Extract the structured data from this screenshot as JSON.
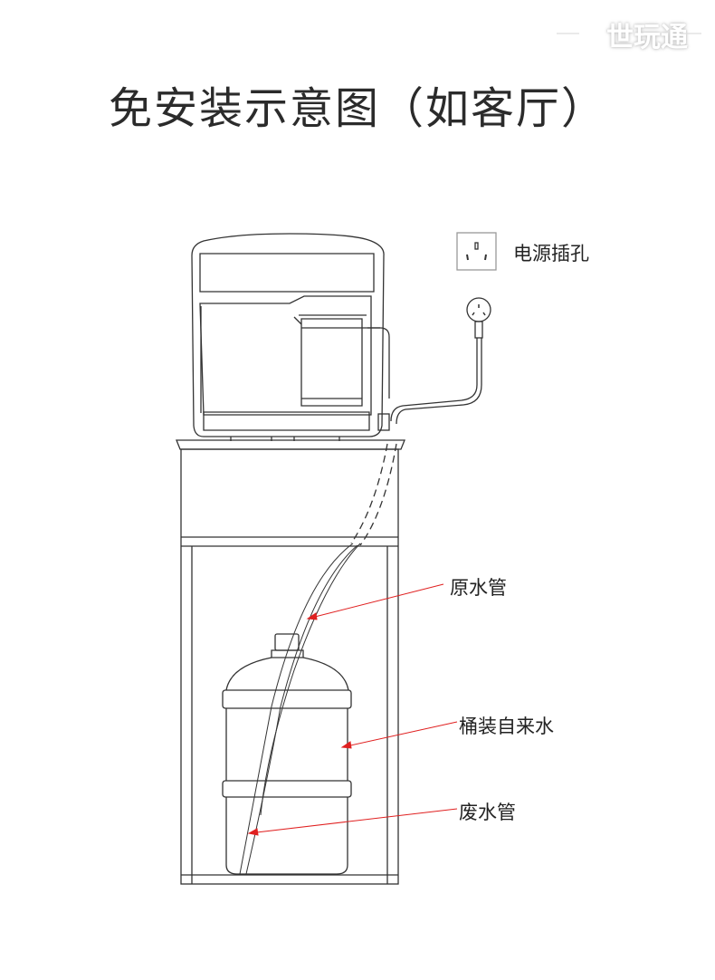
{
  "logo": "世玩通",
  "title": "免安装示意图（如客厅）",
  "labels": {
    "socket": "电源插孔",
    "raw_pipe": "原水管",
    "bucket": "桶装自来水",
    "waste_pipe": "废水管"
  },
  "colors": {
    "arrow": "#e02020",
    "line": "#333333"
  }
}
